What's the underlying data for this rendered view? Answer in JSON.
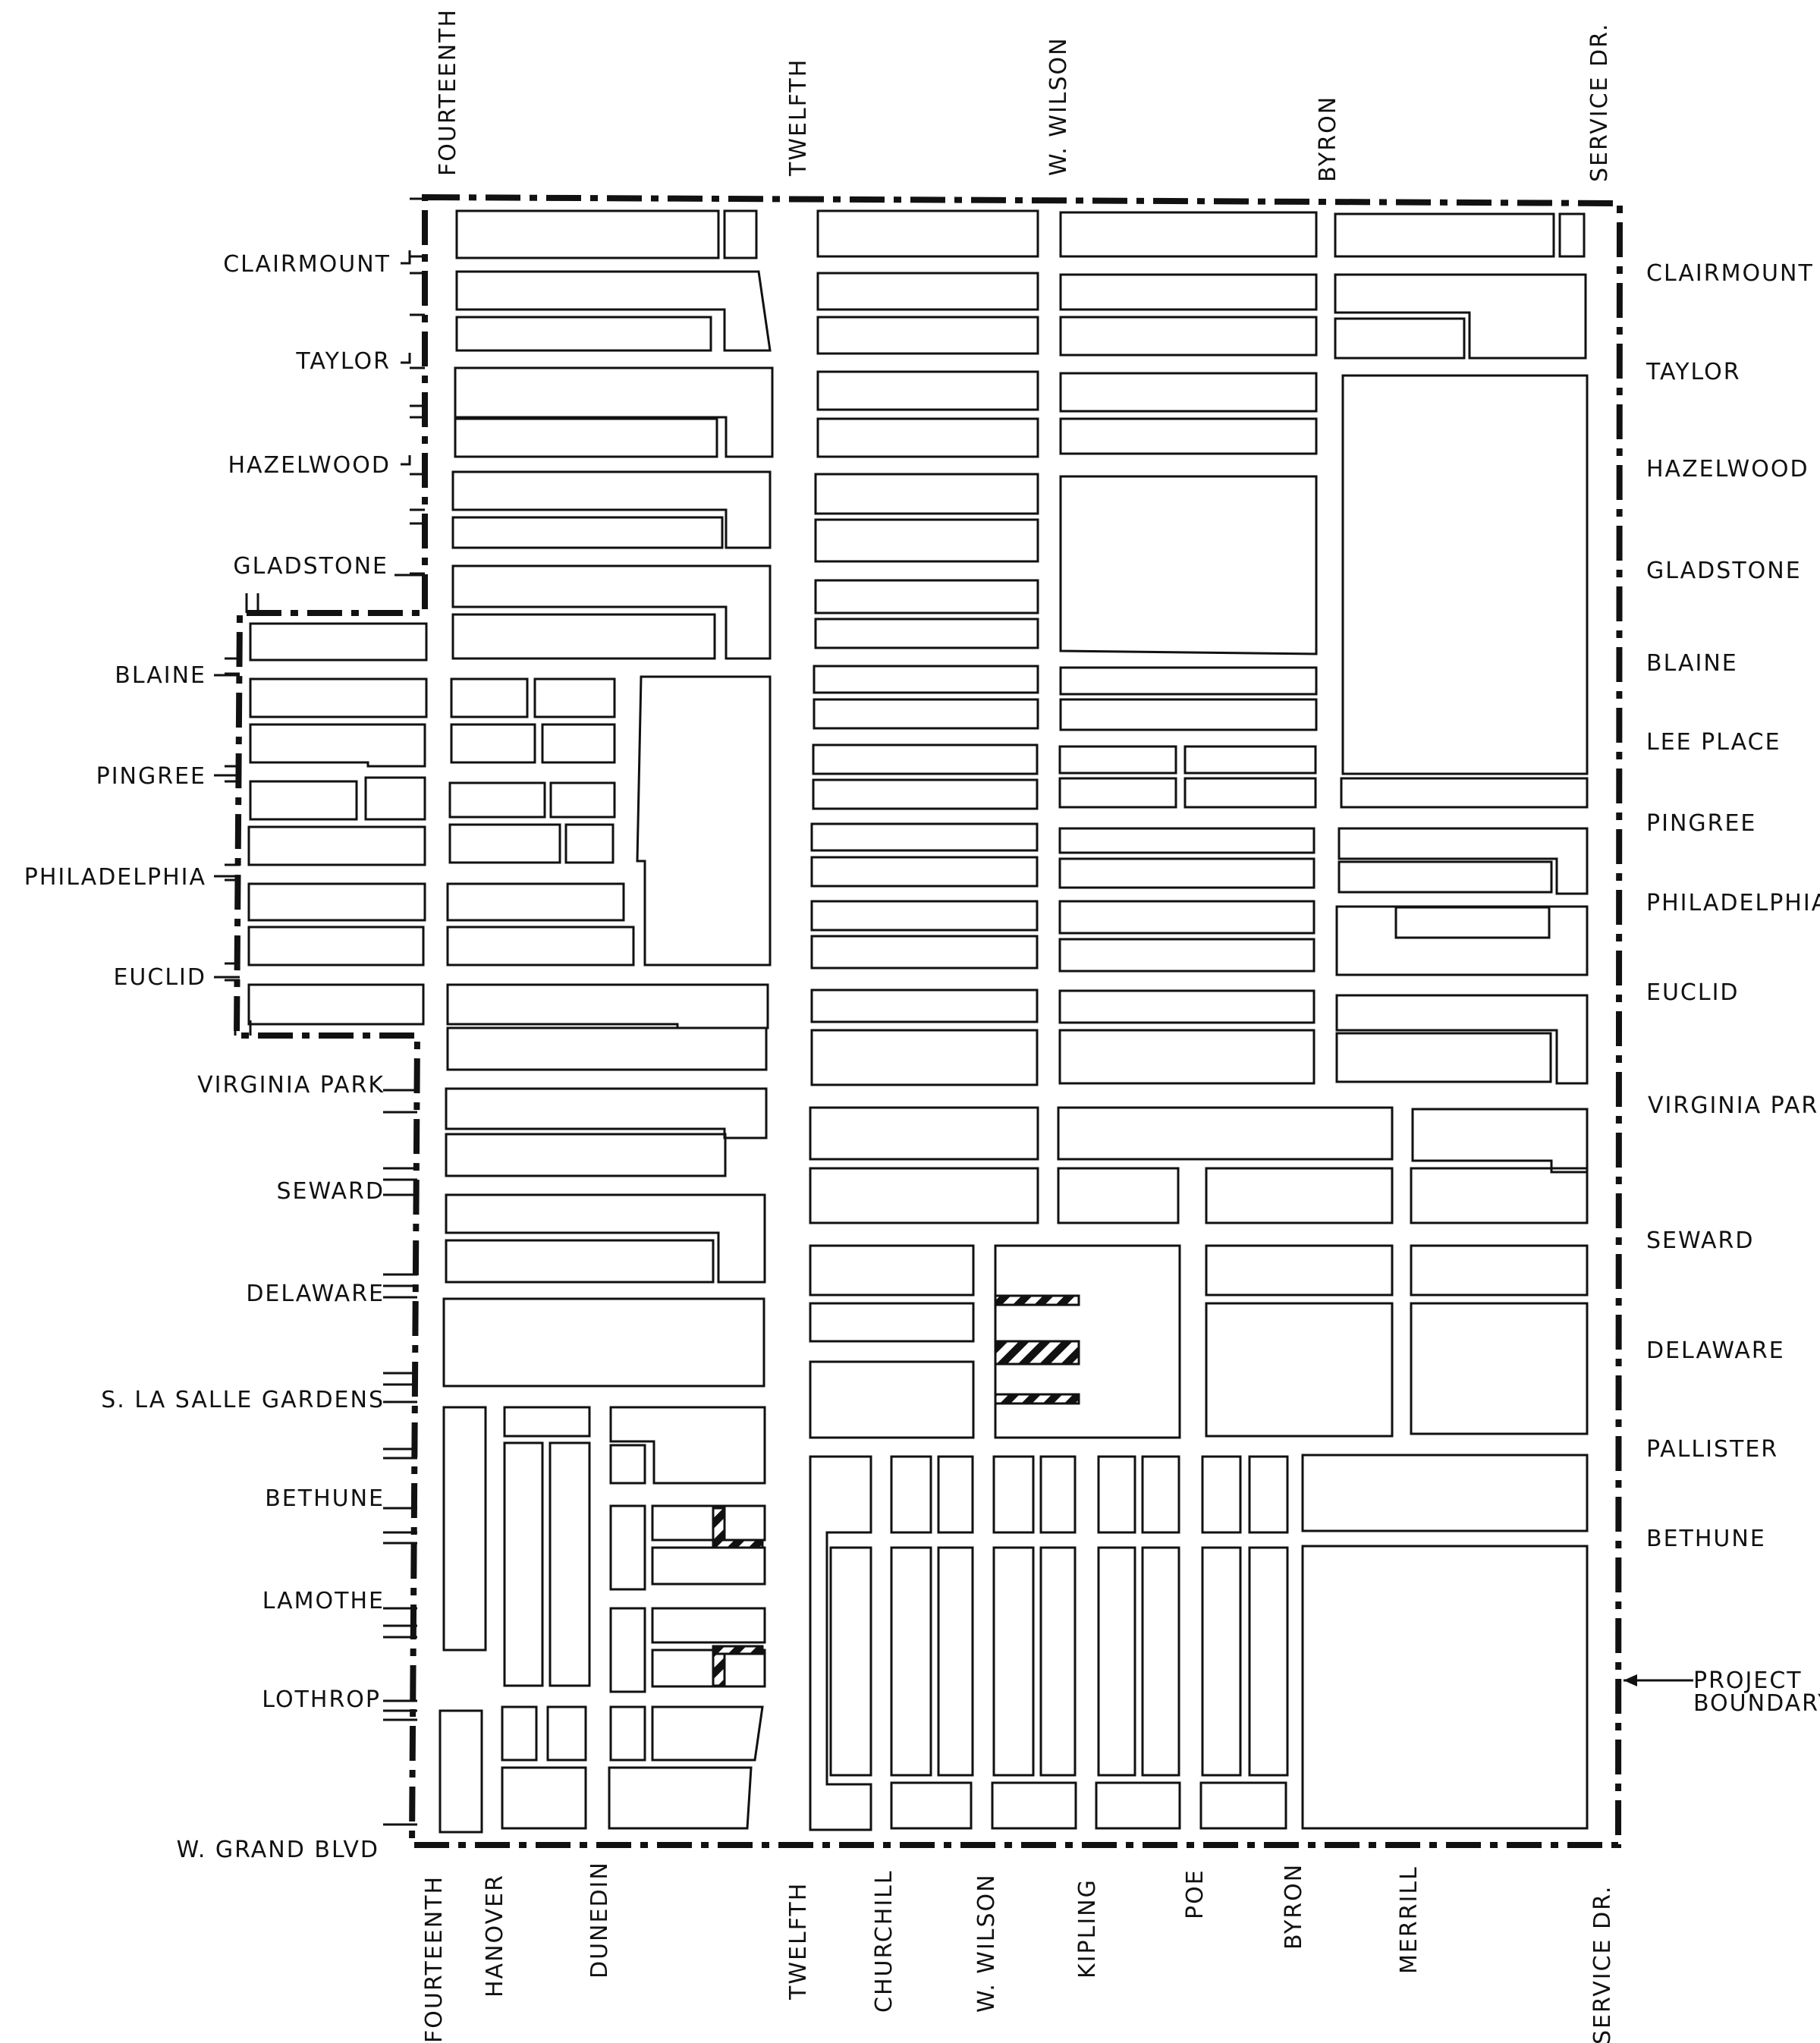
{
  "top_streets": [
    "FOURTEENTH",
    "TWELFTH",
    "W. WILSON",
    "BYRON",
    "SERVICE DR."
  ],
  "bottom_streets": [
    "FOURTEENTH",
    "HANOVER",
    "DUNEDIN",
    "TWELFTH",
    "CHURCHILL",
    "W. WILSON",
    "KIPLING",
    "POE",
    "BYRON",
    "MERRILL",
    "SERVICE DR."
  ],
  "left_streets": [
    "CLAIRMOUNT",
    "TAYLOR",
    "HAZELWOOD",
    "GLADSTONE",
    "BLAINE",
    "PINGREE",
    "PHILADELPHIA",
    "EUCLID",
    "VIRGINIA PARK",
    "SEWARD",
    "DELAWARE",
    "S. LA SALLE GARDENS",
    "BETHUNE",
    "LAMOTHE",
    "LOTHROP",
    "W. GRAND BLVD"
  ],
  "right_streets": [
    "CLAIRMOUNT",
    "TAYLOR",
    "HAZELWOOD",
    "GLADSTONE",
    "BLAINE",
    "LEE PLACE",
    "PINGREE",
    "PHILADELPHIA",
    "EUCLID",
    "VIRGINIA PARK",
    "SEWARD",
    "DELAWARE",
    "PALLISTER",
    "BETHUNE"
  ],
  "callout": {
    "line1": "PROJECT",
    "line2": "BOUNDARY"
  }
}
